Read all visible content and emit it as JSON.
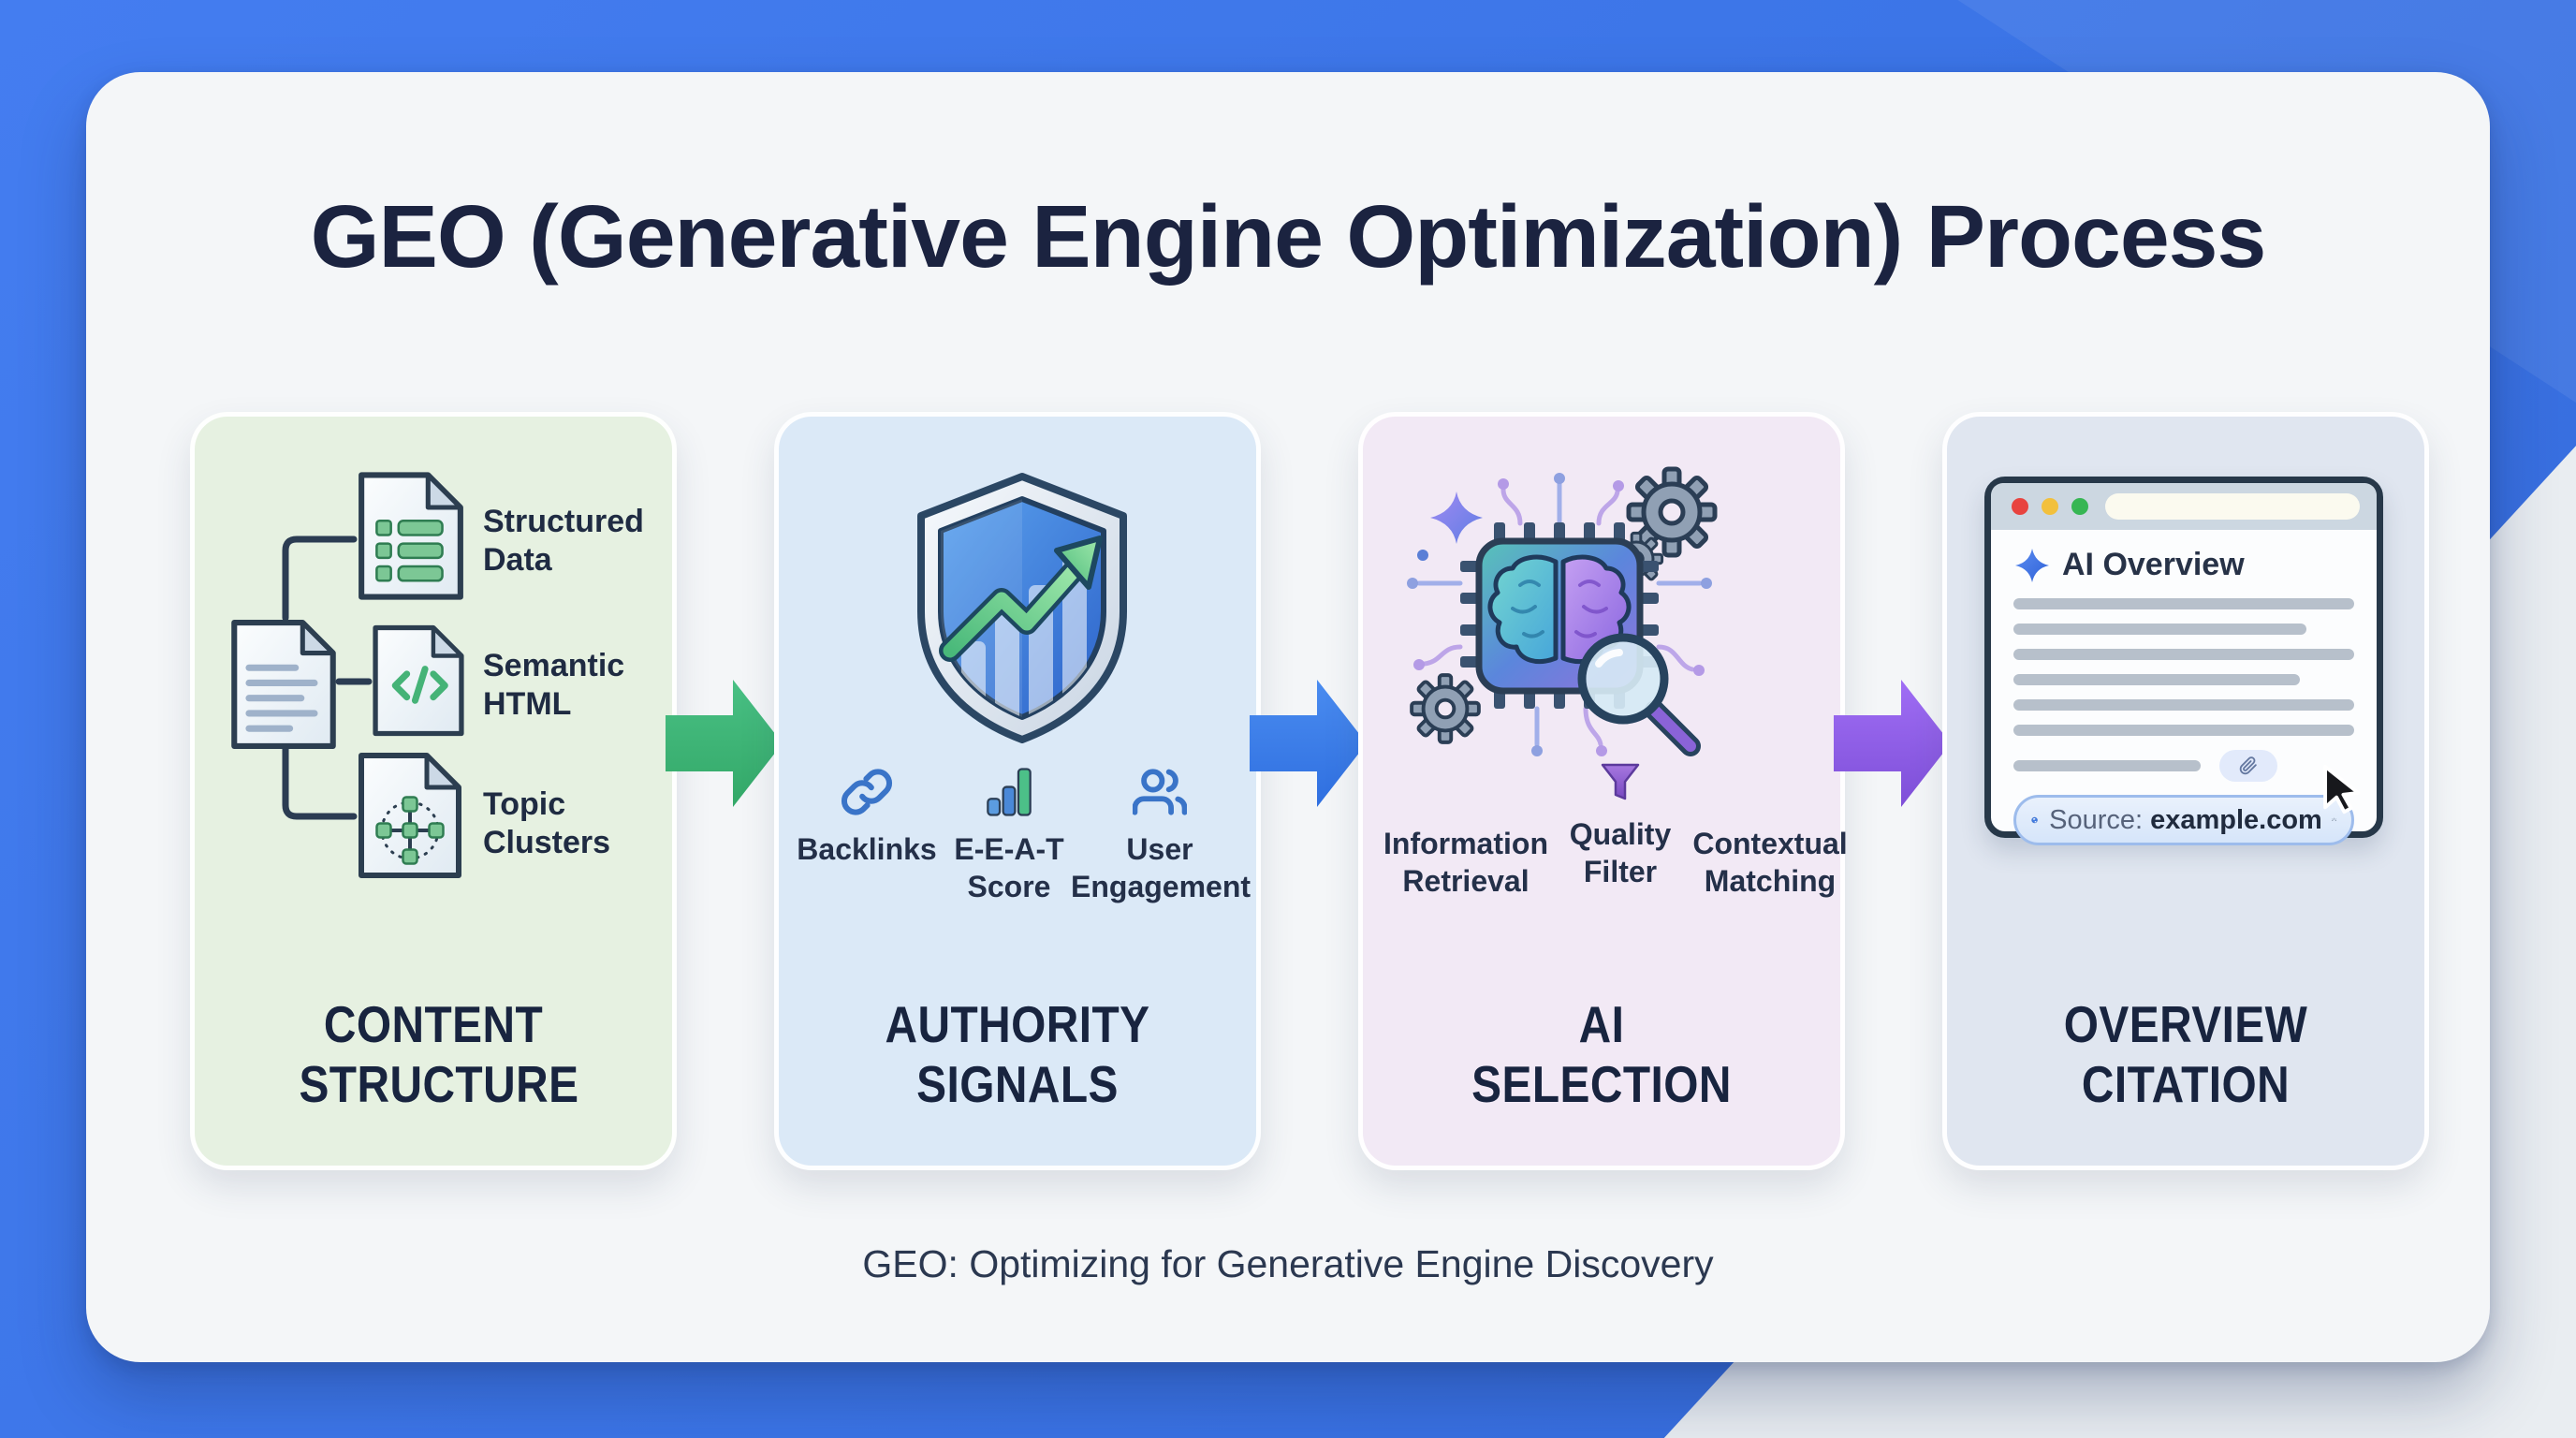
{
  "page": {
    "title": "GEO (Generative Engine Optimization) Process",
    "footer": "GEO: Optimizing for Generative Engine Discovery"
  },
  "palette": {
    "background_blue": "#3b76e8",
    "panel": "#f4f6f8",
    "card_green": "#e6f1e1",
    "card_blue": "#dbe9f7",
    "card_lavender": "#f2e9f5",
    "card_gray_blue": "#e0e6f0",
    "arrow_green": "#3eb876",
    "arrow_blue": "#3d7fe8",
    "arrow_purple": "#8f5ce8",
    "text_dark": "#1b2340",
    "accent_green": "#7cc795",
    "accent_blue_icon": "#3a74c8"
  },
  "cards": [
    {
      "title": "CONTENT STRUCTURE",
      "hero_icon": "document-tree-icon",
      "items": [
        {
          "label": "Structured Data",
          "icon": "structured-data-document-icon"
        },
        {
          "label": "Semantic HTML",
          "icon": "code-document-icon",
          "code_glyph": "</>"
        },
        {
          "label": "Topic Clusters",
          "icon": "topic-cluster-document-icon"
        }
      ]
    },
    {
      "title": "AUTHORITY SIGNALS",
      "hero_icon": "shield-growth-icon",
      "items": [
        {
          "label": "Backlinks",
          "icon": "link-icon"
        },
        {
          "label": "E-E-A-T Score",
          "icon": "bar-chart-icon"
        },
        {
          "label": "User Engagement",
          "icon": "users-icon"
        }
      ]
    },
    {
      "title": "AI SELECTION",
      "hero_icon": "ai-chip-brain-icon",
      "items": [
        {
          "label": "Information Retrieval"
        },
        {
          "label": "Quality Filter",
          "icon": "funnel-icon"
        },
        {
          "label": "Contextual Matching"
        }
      ]
    },
    {
      "title": "OVERVIEW CITATION",
      "hero_icon": "browser-window-icon",
      "browser": {
        "heading": "AI Overview",
        "heading_icon": "sparkle-icon",
        "source_prefix": "Source:",
        "source_domain": "example.com",
        "source_icon": "globe-icon",
        "cursor_icon": "cursor-arrow-icon"
      }
    }
  ],
  "arrows": [
    {
      "direction": "right",
      "color": "#3eb876"
    },
    {
      "direction": "right",
      "color": "#3d7fe8"
    },
    {
      "direction": "right",
      "color": "#8f5ce8"
    }
  ]
}
